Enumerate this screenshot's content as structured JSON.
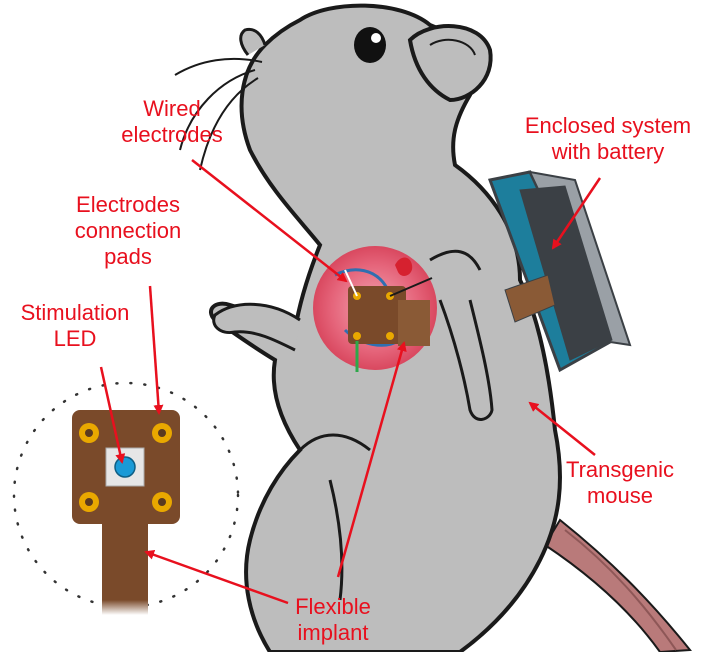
{
  "labels": {
    "wired_electrodes": "Wired\nelectrodes",
    "enclosed_system": "Enclosed system\nwith battery",
    "electrodes_connection_pads": "Electrodes\nconnection\npads",
    "stimulation_led": "Stimulation\nLED",
    "transgenic_mouse": "Transgenic\nmouse",
    "flexible_implant": "Flexible\nimplant"
  },
  "colors": {
    "label_text": "#e8101e",
    "arrow": "#e8101e",
    "mouse_body": "#bdbdbd",
    "mouse_outline": "#1a1a1a",
    "implant_brown": "#7a4a2a",
    "pad_gold": "#e9a800",
    "led_blue": "#1a9ad6",
    "backpack_teal": "#1d7e9c",
    "backpack_dark": "#3b4045",
    "strap_brown": "#8a5a36",
    "tail_pink": "#b97a7a",
    "skin_window": "#e5647a"
  }
}
